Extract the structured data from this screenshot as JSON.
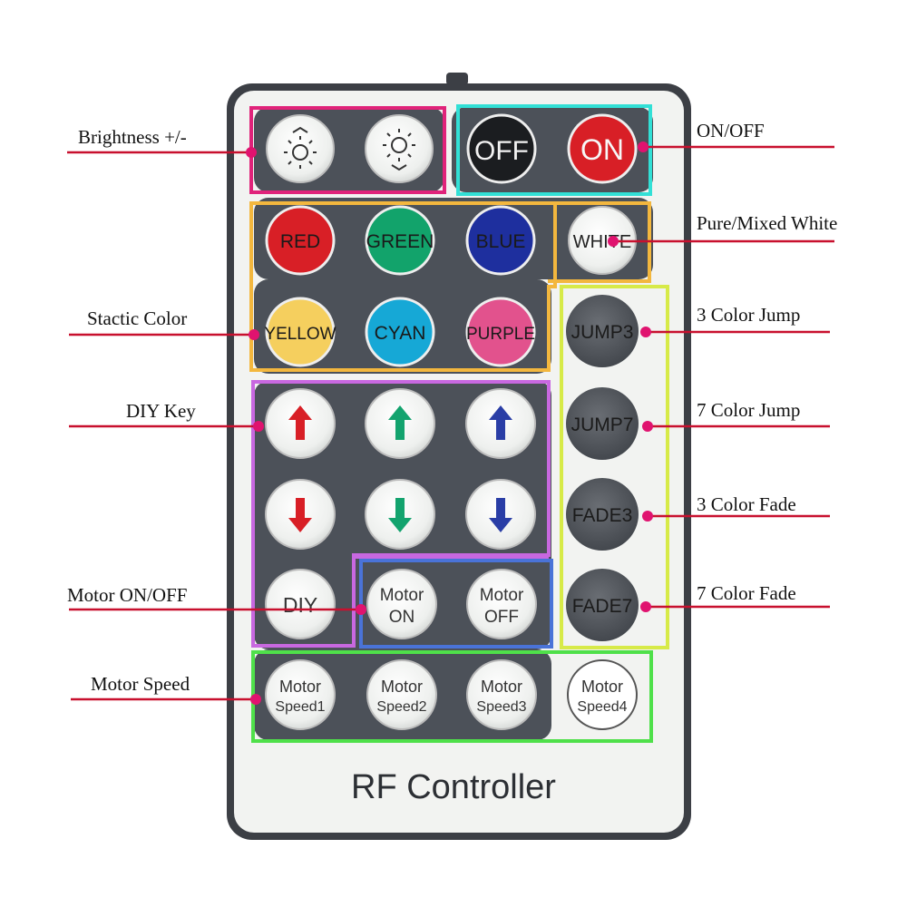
{
  "remote": {
    "footer_label": "RF Controller",
    "colors": {
      "body_outline": "#3c3f45",
      "body_fill": "#f2f3f1",
      "panel": "#4c5159",
      "button_white": "#f5f6f3",
      "button_dark": "#55595f",
      "red": "#d81f26",
      "green": "#12a36b",
      "blue": "#1e2f9e",
      "yellow": "#f5cf5e",
      "cyan": "#16a8d6",
      "purple": "#e2528d",
      "arrow_red": "#d81f26",
      "arrow_green": "#13a36e",
      "arrow_blue": "#2a3ea6"
    },
    "buttons": {
      "brightness_up": {
        "icon": "sun-plus-icon"
      },
      "brightness_down": {
        "icon": "sun-minus-icon"
      },
      "off": "OFF",
      "on": "ON",
      "red": "RED",
      "green": "GREEN",
      "blue": "BLUE",
      "white": "WHITE",
      "yellow": "YELLOW",
      "cyan": "CYAN",
      "purple": "PURPLE",
      "jump3": "JUMP3",
      "jump7": "JUMP7",
      "fade3": "FADE3",
      "fade7": "FADE7",
      "diy": "DIY",
      "motor_on": [
        "Motor",
        "ON"
      ],
      "motor_off": [
        "Motor",
        "OFF"
      ],
      "motor_speed1": [
        "Motor",
        "Speed1"
      ],
      "motor_speed2": [
        "Motor",
        "Speed2"
      ],
      "motor_speed3": [
        "Motor",
        "Speed3"
      ],
      "motor_speed4": [
        "Motor",
        "Speed4"
      ],
      "diy_arrows": [
        {
          "icon": "red-up-arrow-icon",
          "color": "#d81f26"
        },
        {
          "icon": "green-up-arrow-icon",
          "color": "#13a36e"
        },
        {
          "icon": "blue-up-arrow-icon",
          "color": "#2a3ea6"
        },
        {
          "icon": "red-down-arrow-icon",
          "color": "#d81f26"
        },
        {
          "icon": "green-down-arrow-icon",
          "color": "#13a36e"
        },
        {
          "icon": "blue-down-arrow-icon",
          "color": "#2a3ea6"
        }
      ]
    }
  },
  "callouts": {
    "brightness": "Brightness +/-",
    "on_off": "ON/OFF",
    "pure_mixed_white": "Pure/Mixed White",
    "static_color": "Stactic Color",
    "color_jump_3": "3 Color Jump",
    "diy_key": "DIY Key",
    "color_jump_7": "7 Color Jump",
    "color_fade_3": "3 Color Fade",
    "motor_on_off": "Motor ON/OFF",
    "color_fade_7": "7 Color Fade",
    "motor_speed": "Motor Speed"
  },
  "highlight_colors": {
    "brightness": "#e0237a",
    "on_off": "#32e0d6",
    "colors": "#f3b73e",
    "jump_fade": "#d7ea48",
    "diy": "#c868e0",
    "motor_on_off": "#4a73d8",
    "motor_speed": "#4fe04a",
    "callout_line": "#c8102e",
    "callout_dot": "#e0136f"
  }
}
